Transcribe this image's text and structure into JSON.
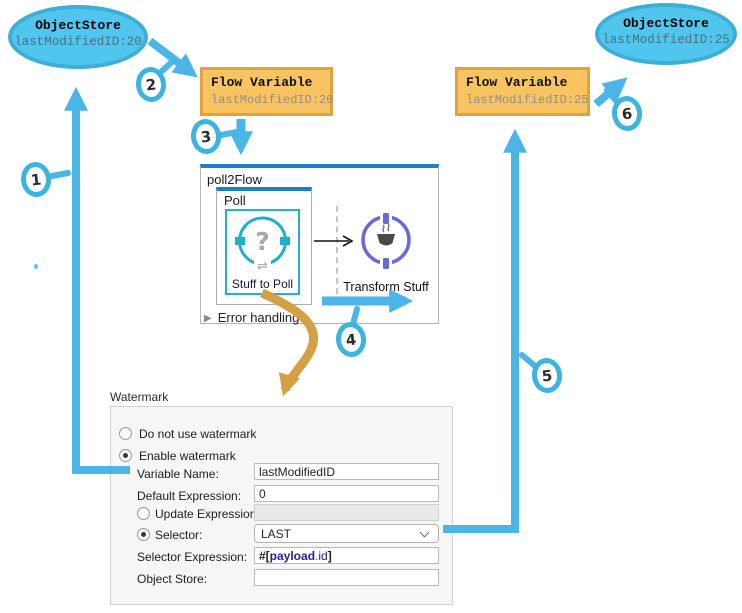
{
  "annotations": {
    "os_left": {
      "title": "ObjectStore",
      "value": "lastModifiedID:20"
    },
    "os_right": {
      "title": "ObjectStore",
      "value": "lastModifiedID:25"
    },
    "fv_left": {
      "title": "Flow Variable",
      "value": "lastModifiedID:20"
    },
    "fv_right": {
      "title": "Flow Variable",
      "value": "lastModifiedID:25"
    },
    "steps": {
      "s1": "1",
      "s2": "2",
      "s3": "3",
      "s4": "4",
      "s5": "5",
      "s6": "6"
    }
  },
  "flow": {
    "name": "poll2Flow",
    "scope_label": "Poll",
    "poller_label": "Stuff to Poll",
    "transformer_label": "Transform Stuff",
    "error_handling_label": "Error handling"
  },
  "watermark": {
    "title": "Watermark",
    "disable_option_label": "Do not use watermark",
    "enable_option_label": "Enable watermark",
    "enable_selected": true,
    "variable_name_label": "Variable Name:",
    "variable_name_value": "lastModifiedID",
    "default_expression_label": "Default Expression:",
    "default_expression_value": "0",
    "update_expression_label": "Update Expression:",
    "update_expression_value": "",
    "update_expression_enabled": false,
    "selector_label": "Selector:",
    "selector_value": "LAST",
    "selector_expression_label": "Selector Expression:",
    "selector_expression_value": "#[payload.id]",
    "selector_expression_parts": {
      "prefix": "#[",
      "variable": "payload",
      "dot": ".",
      "property": "id",
      "suffix": "]"
    },
    "object_store_label": "Object Store:",
    "object_store_value": ""
  },
  "icons": {
    "question": "?",
    "exchange": "⇌",
    "expand_triangle": "▶"
  },
  "colors": {
    "arrow_cyan": "#4ab5e6",
    "badge_ring": "#3cb4e2",
    "ellipse_fill": "#50c6ee",
    "ellipse_border": "#3bafd6",
    "flow_variable_fill": "#f8c360",
    "flow_variable_border": "#dfa23c",
    "orange_arrow": "#d5a044",
    "flow_top_bar_blue": "#1d80c5",
    "poller_teal": "#23b2c9",
    "transformer_purple": "#6868dc"
  }
}
